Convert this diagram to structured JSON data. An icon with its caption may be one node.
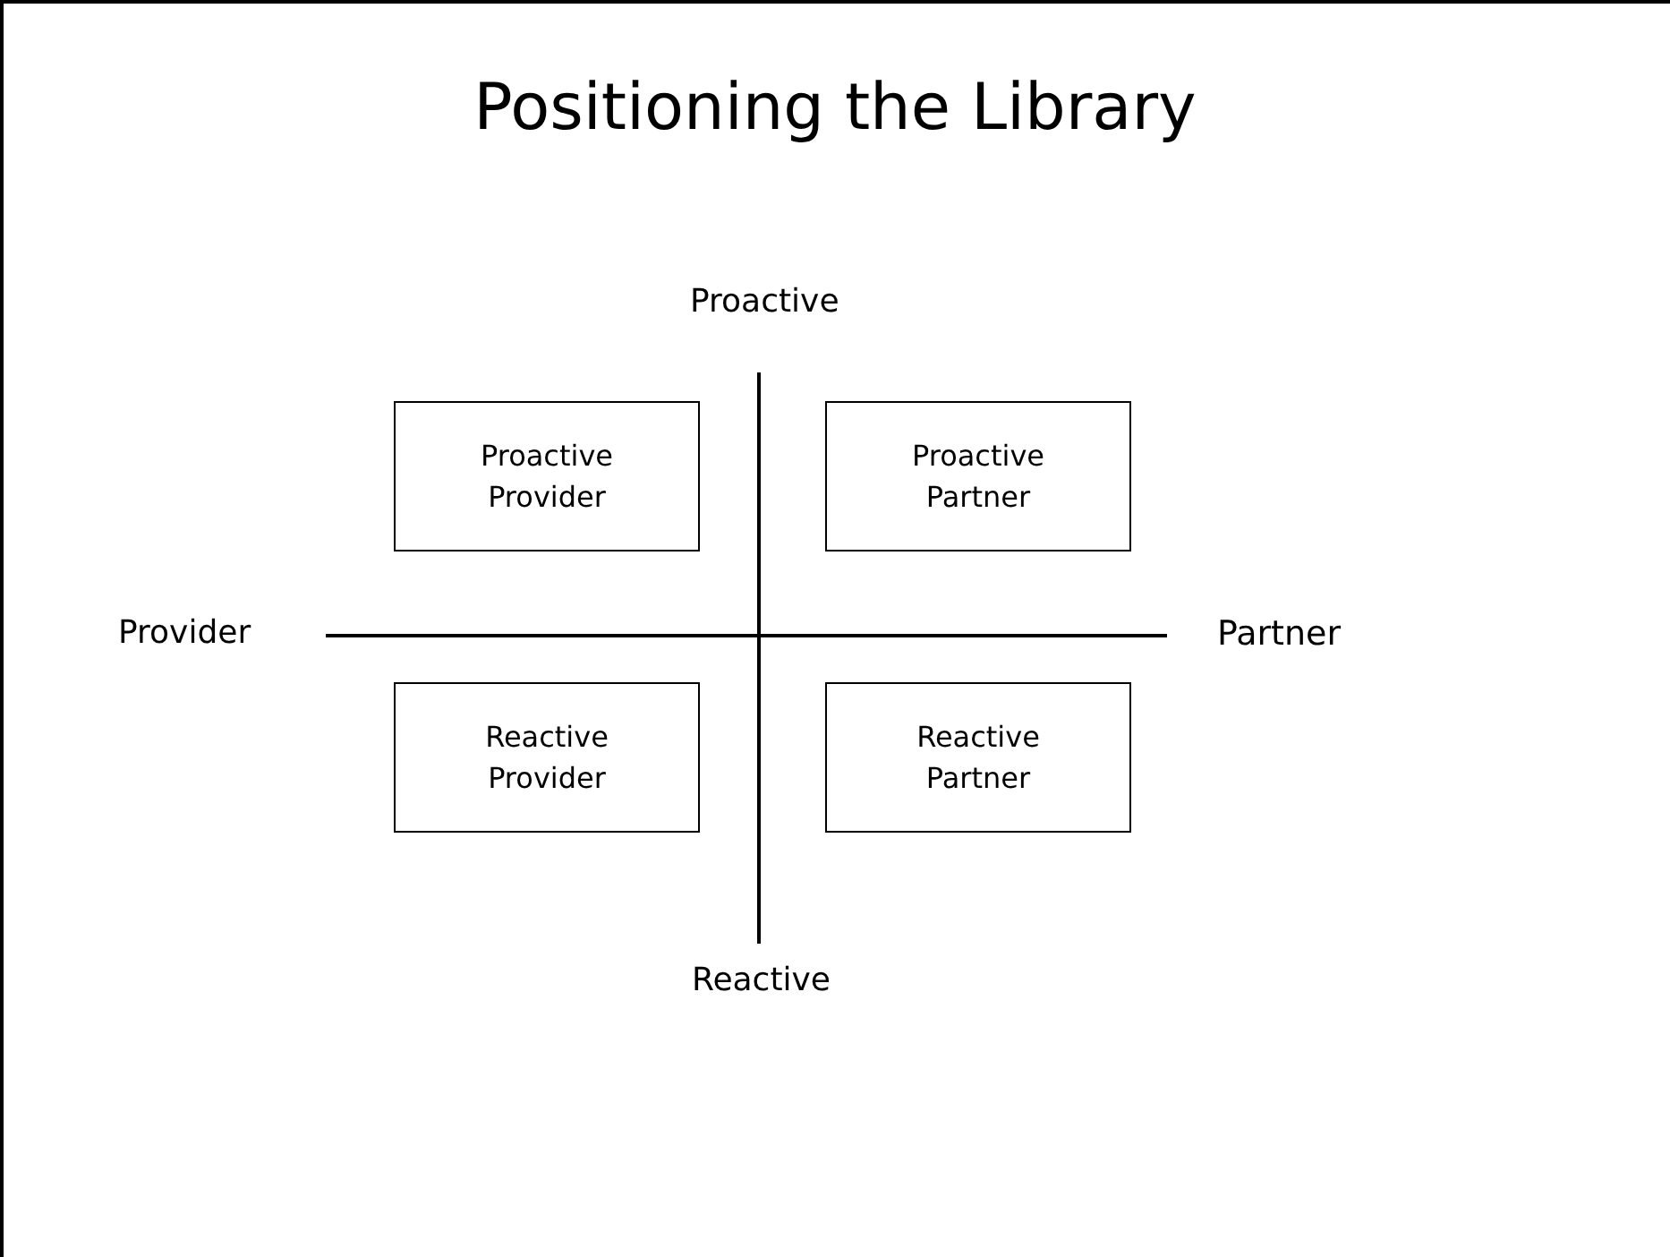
{
  "diagram": {
    "title": "Positioning the Library",
    "nodes": [
      {
        "text": [
          "Proactive Provider"
        ]
      },
      {
        "text": [
          "Proactive Partner"
        ]
      },
      {
        "text": [
          "Reactive Provider"
        ]
      },
      {
        "text": [
          "Reactive Partner"
        ]
      }
    ],
    "edges": [],
    "labels": [
      "Proactive",
      "Provider",
      "Partner",
      "Reactive"
    ]
  }
}
